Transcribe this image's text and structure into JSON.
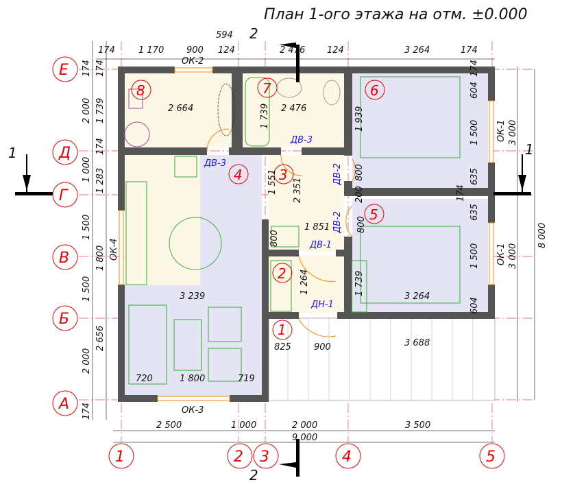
{
  "title": "План 1-ого этажа на отм. ±0.000",
  "section_marks": {
    "s1_left": "1",
    "s1_right": "1",
    "s2_top": "2",
    "s2_bottom": "2"
  },
  "axes": {
    "cols": [
      "1",
      "2",
      "3",
      "4",
      "5"
    ],
    "rows": [
      "Е",
      "Д",
      "Г",
      "В",
      "Б",
      "А"
    ]
  },
  "rooms": [
    "8",
    "7",
    "6",
    "4",
    "3",
    "5",
    "2",
    "1"
  ],
  "top_dims": [
    "174",
    "1 170",
    "900",
    "594",
    "124",
    "2 476",
    "124",
    "3 264",
    "174"
  ],
  "left_dims_outer": [
    "174",
    "2 000",
    "1 000",
    "1 500",
    "1 500",
    "2 000",
    "174"
  ],
  "left_dims_inner": [
    "174",
    "1 739",
    "174",
    "1 283",
    "1 800",
    "2 656"
  ],
  "right_dims": [
    "174",
    "604",
    "1 500",
    "635",
    "174",
    "635",
    "1 500",
    "604",
    "3 000",
    "3 000",
    "8 000"
  ],
  "bottom_dims": [
    "2 500",
    "1 000",
    "2 000",
    "3 500",
    "9 000"
  ],
  "interior_dims": [
    "2 664",
    "2 476",
    "1 739",
    "1 939",
    "1 551",
    "2 351",
    "1 851",
    "800",
    "1 264",
    "1 739",
    "3 239",
    "3 264",
    "825",
    "900",
    "3 688",
    "720",
    "1 800",
    "719",
    "800",
    "200",
    "800"
  ],
  "openings": {
    "ok2": "ОК-2",
    "ok3": "ОК-3",
    "ok4": "ОК-4",
    "ok1a": "ОК-1",
    "ok1b": "ОК-1",
    "dv3a": "ДВ-3",
    "dv3b": "ДВ-3",
    "dv2a": "ДВ-2",
    "dv2b": "ДВ-2",
    "dv1": "ДВ-1",
    "dn1": "ДН-1"
  }
}
